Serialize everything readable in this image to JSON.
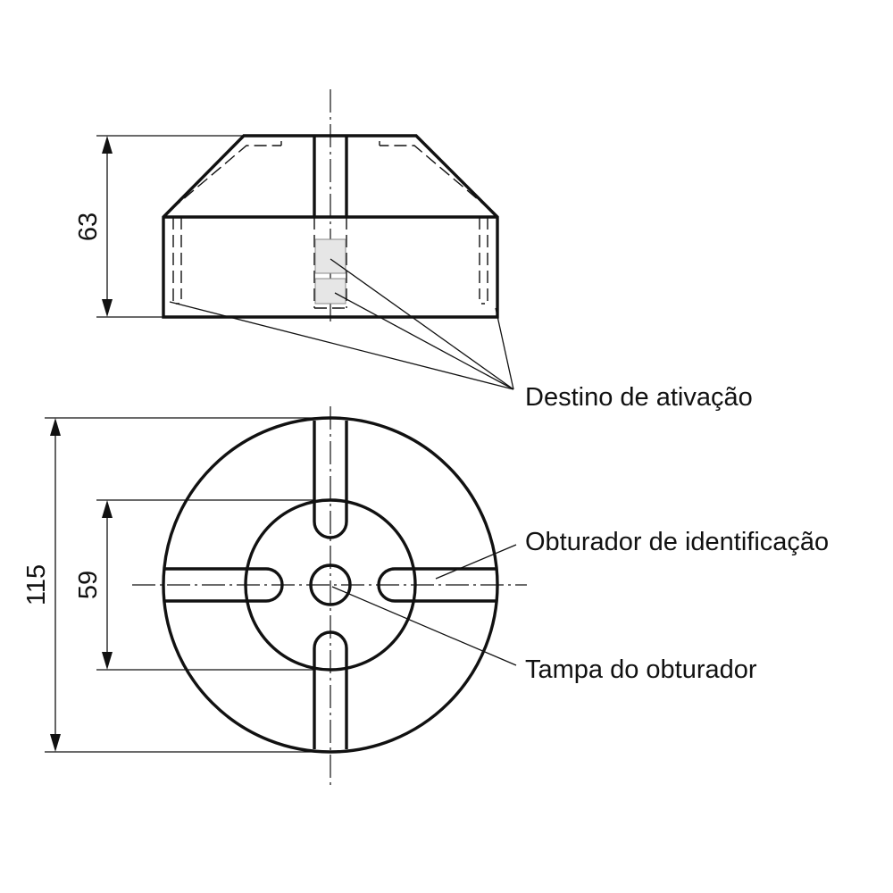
{
  "dimensions": {
    "height_top_view": "63",
    "outer_diameter": "115",
    "inner_diameter": "59"
  },
  "labels": {
    "activation_target": "Destino de ativação",
    "identification_shutter": "Obturador de identificação",
    "shutter_cover": "Tampa do obturador"
  },
  "colors": {
    "line": "#111111",
    "target_fill": "#e6e6e6",
    "background": "#ffffff"
  }
}
